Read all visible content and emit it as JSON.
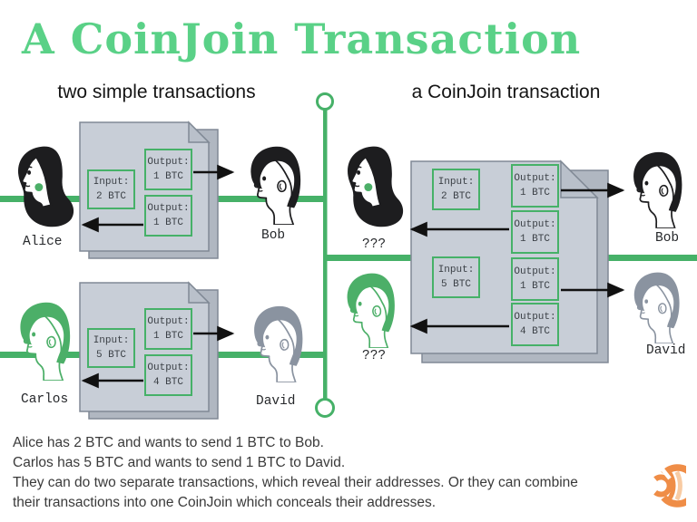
{
  "title": "A CoinJoin Transaction",
  "subtitles": {
    "left": "two simple transactions",
    "right": "a CoinJoin transaction"
  },
  "diagram": {
    "left": {
      "tx1": {
        "sender": "Alice",
        "receiver": "Bob",
        "input": {
          "label": "Input:",
          "amount": "2 BTC"
        },
        "output1": {
          "label": "Output:",
          "amount": "1 BTC"
        },
        "output2": {
          "label": "Output:",
          "amount": "1 BTC"
        }
      },
      "tx2": {
        "sender": "Carlos",
        "receiver": "David",
        "input": {
          "label": "Input:",
          "amount": "5 BTC"
        },
        "output1": {
          "label": "Output:",
          "amount": "1 BTC"
        },
        "output2": {
          "label": "Output:",
          "amount": "4 BTC"
        }
      }
    },
    "right": {
      "sender_top": "???",
      "receiver_top": "Bob",
      "sender_bottom": "???",
      "receiver_bottom": "David",
      "input1": {
        "label": "Input:",
        "amount": "2 BTC"
      },
      "output1": {
        "label": "Output:",
        "amount": "1 BTC"
      },
      "output2": {
        "label": "Output:",
        "amount": "1 BTC"
      },
      "input2": {
        "label": "Input:",
        "amount": "5 BTC"
      },
      "output3": {
        "label": "Output:",
        "amount": "1 BTC"
      },
      "output4": {
        "label": "Output:",
        "amount": "4 BTC"
      }
    }
  },
  "footer": {
    "line1": "Alice has 2 BTC and wants to send 1 BTC to Bob.",
    "line2": "Carlos has 5 BTC and wants to send 1 BTC to David.",
    "line3": "They can do two separate transactions, which reveal their addresses. Or they can combine",
    "line4": "their transactions into one CoinJoin which conceals their addresses."
  },
  "colors": {
    "title_green": "#5ad187",
    "rail_green": "#46b168",
    "doc_fill": "#c8ced7",
    "doc_border": "#808995",
    "doc_back_fill": "#b0b7c1",
    "hair_black": "#1d1d1f",
    "hair_green": "#4caf68",
    "hair_gray": "#8a93a0",
    "logo_orange": "#ef8d47",
    "logo_orange_light": "#f8cba3"
  },
  "icons": {
    "logo": "signal-arcs-logo-icon",
    "document": "document-sheet-icon",
    "divider_nodes": "timeline-node-icon"
  }
}
